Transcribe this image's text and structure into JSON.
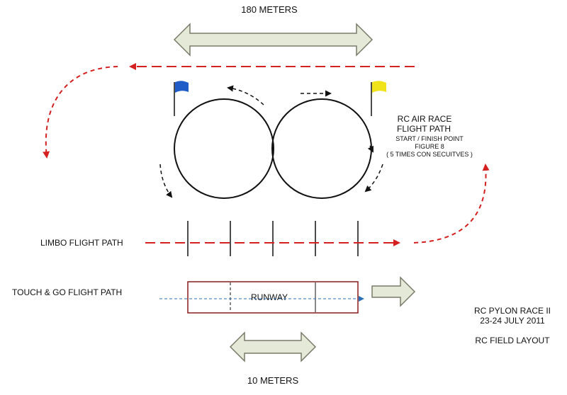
{
  "labels": {
    "top_distance": "180 METERS",
    "bottom_distance": "10  METERS",
    "race_title_1": "RC AIR RACE",
    "race_title_2": "FLIGHT  PATH",
    "start_finish": "START / FINISH  POINT",
    "figure": "FIGURE  8",
    "times": "( 5 TIMES CON SECUITVES )",
    "limbo": "LIMBO  FLIGHT PATH",
    "touch_go": "TOUCH & GO  FLIGHT PATH",
    "runway": "RUNWAY",
    "event_1": "RC PYLON RACE II",
    "event_2": "23-24 JULY 2011",
    "layout": "RC  FIELD LAYOUT"
  },
  "colors": {
    "red_path": "#d42020",
    "arrow_fill": "#e4ead7",
    "arrow_stroke": "#7a7a6a",
    "flag_blue": "#1f5cc8",
    "flag_yellow": "#f0e31c",
    "runway_border": "#8b1c1c",
    "runway_centerline": "#2a6fb8"
  },
  "icons": {
    "start_flag": "blue-flag-icon",
    "finish_flag": "yellow-flag-icon"
  }
}
